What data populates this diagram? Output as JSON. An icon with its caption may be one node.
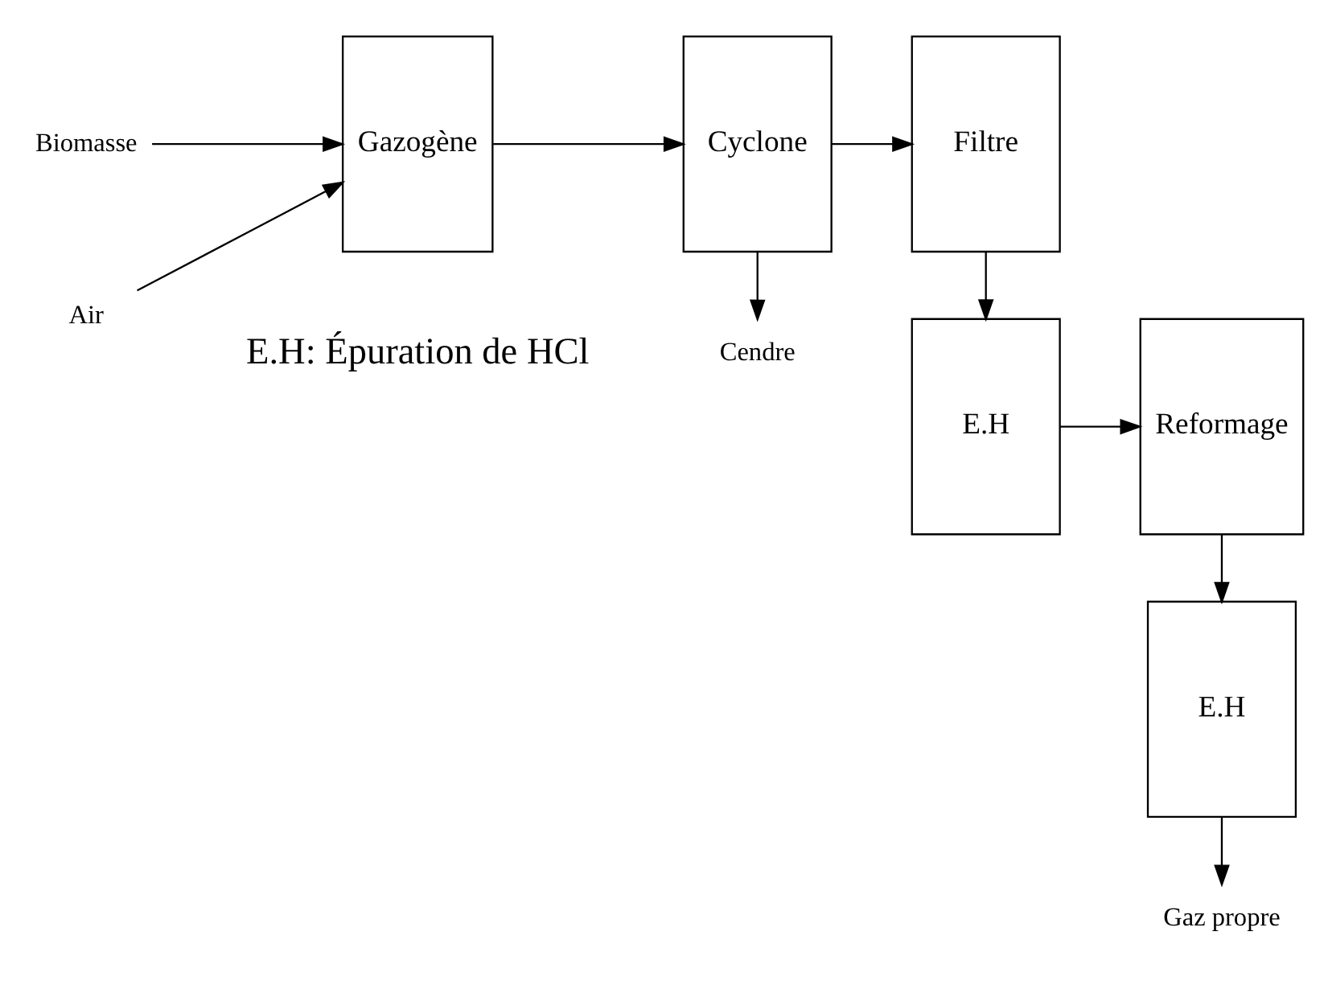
{
  "diagram": {
    "nodes": [
      {
        "text": [
          "Biomasse"
        ]
      },
      {
        "text": [
          "Air"
        ]
      },
      {
        "text": [
          "Gazogène"
        ]
      },
      {
        "text": [
          "Cyclone"
        ]
      },
      {
        "text": [
          "Cendre"
        ]
      },
      {
        "text": [
          "Filtre"
        ]
      },
      {
        "text": [
          "E.H"
        ]
      },
      {
        "text": [
          "Reformage"
        ]
      },
      {
        "text": [
          "E.H"
        ]
      },
      {
        "text": [
          "Gaz propre"
        ]
      }
    ],
    "edges": [
      {
        "from": 0,
        "to": 2,
        "arrow": "to"
      },
      {
        "from": 1,
        "to": 2,
        "arrow": "to"
      },
      {
        "from": 2,
        "to": 3,
        "arrow": "to"
      },
      {
        "from": 3,
        "to": 4,
        "arrow": "to"
      },
      {
        "from": 3,
        "to": 5,
        "arrow": "to"
      },
      {
        "from": 5,
        "to": 6,
        "arrow": "to"
      },
      {
        "from": 6,
        "to": 7,
        "arrow": "to"
      },
      {
        "from": 7,
        "to": 8,
        "arrow": "to"
      },
      {
        "from": 8,
        "to": 9,
        "arrow": "to"
      }
    ],
    "labels": [
      "E.H: Épuration de HCl"
    ]
  }
}
